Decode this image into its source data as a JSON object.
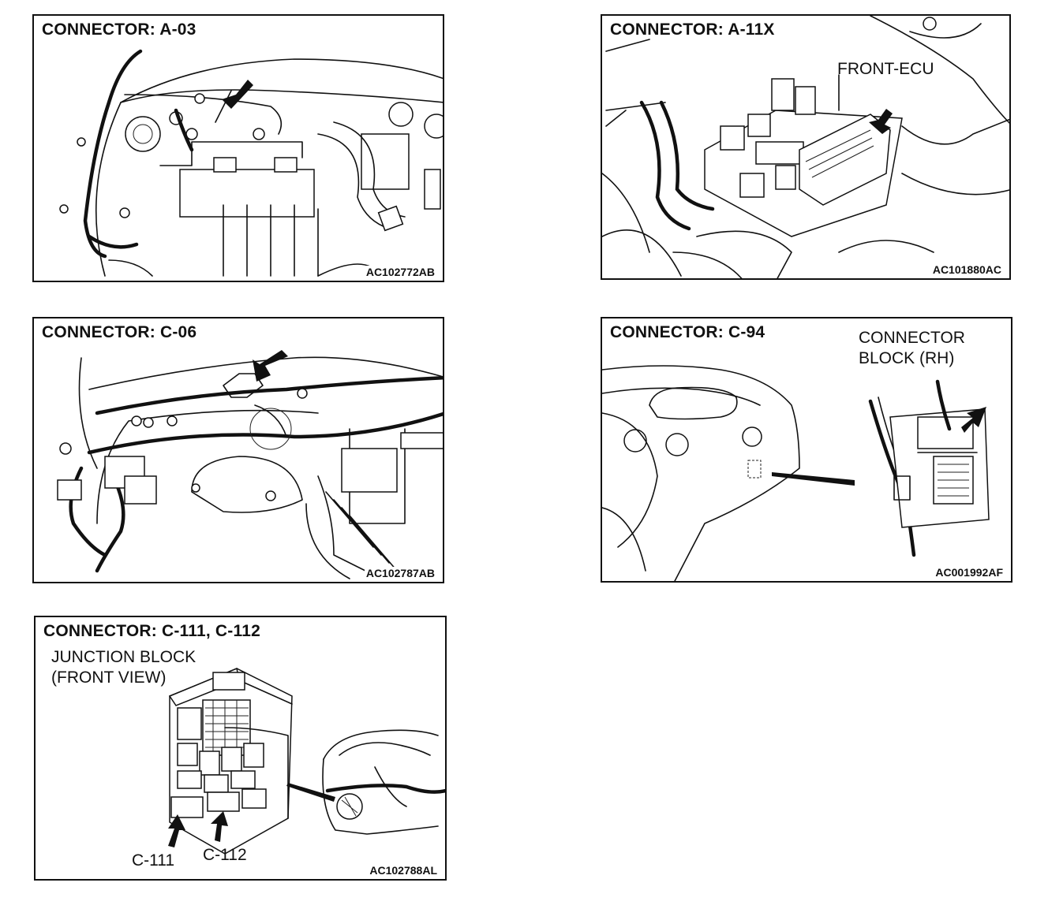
{
  "panels": [
    {
      "title": "CONNECTOR: A-03",
      "code": "AC102772AB"
    },
    {
      "title": "CONNECTOR: A-11X",
      "code": "AC101880AC",
      "labels": [
        "FRONT-ECU"
      ]
    },
    {
      "title": "CONNECTOR: C-06",
      "code": "AC102787AB"
    },
    {
      "title": "CONNECTOR: C-94",
      "code": "AC001992AF",
      "labels": [
        "CONNECTOR",
        "BLOCK (RH)"
      ]
    },
    {
      "title": "CONNECTOR: C-111, C-112",
      "code": "AC102788AL",
      "labels": [
        "JUNCTION BLOCK",
        "(FRONT VIEW)",
        "C-111",
        "C-112"
      ]
    }
  ]
}
